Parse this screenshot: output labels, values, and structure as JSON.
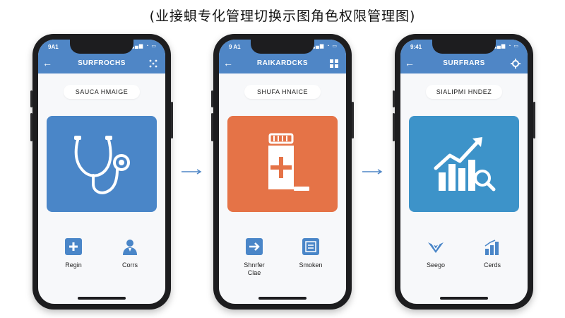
{
  "page_title": "(业接蛽专化管理切换示图角色权限管理图)",
  "phones": [
    {
      "status_time": "9A1",
      "nav_title": "SURFROCHS",
      "role_label": "SAUCA HMAIGE",
      "hero_color": "#4a86c8",
      "hero_icon": "stethoscope-icon",
      "actions": [
        {
          "label": "Regin",
          "icon": "add-square-icon"
        },
        {
          "label": "Corrs",
          "icon": "person-icon"
        }
      ]
    },
    {
      "status_time": "9 A1",
      "nav_title": "RAIKARDCKS",
      "role_label": "SHUFA HNAICE",
      "hero_color": "#e57347",
      "hero_icon": "medicine-bottle-icon",
      "actions": [
        {
          "label": "Shnrfer\nClae",
          "icon": "arrow-right-square-icon"
        },
        {
          "label": "Smoken",
          "icon": "document-icon"
        }
      ]
    },
    {
      "status_time": "9:41",
      "nav_title": "SURFRARS",
      "role_label": "SIALIPMI HNDEZ",
      "hero_color": "#3d93c9",
      "hero_icon": "chart-search-icon",
      "actions": [
        {
          "label": "Seego",
          "icon": "down-chevron-icon"
        },
        {
          "label": "Cerds",
          "icon": "bar-chart-icon"
        }
      ]
    }
  ],
  "colors": {
    "accent": "#4f86c6",
    "arrow": "#4f86c6",
    "icon_blue": "#4a86c8"
  }
}
